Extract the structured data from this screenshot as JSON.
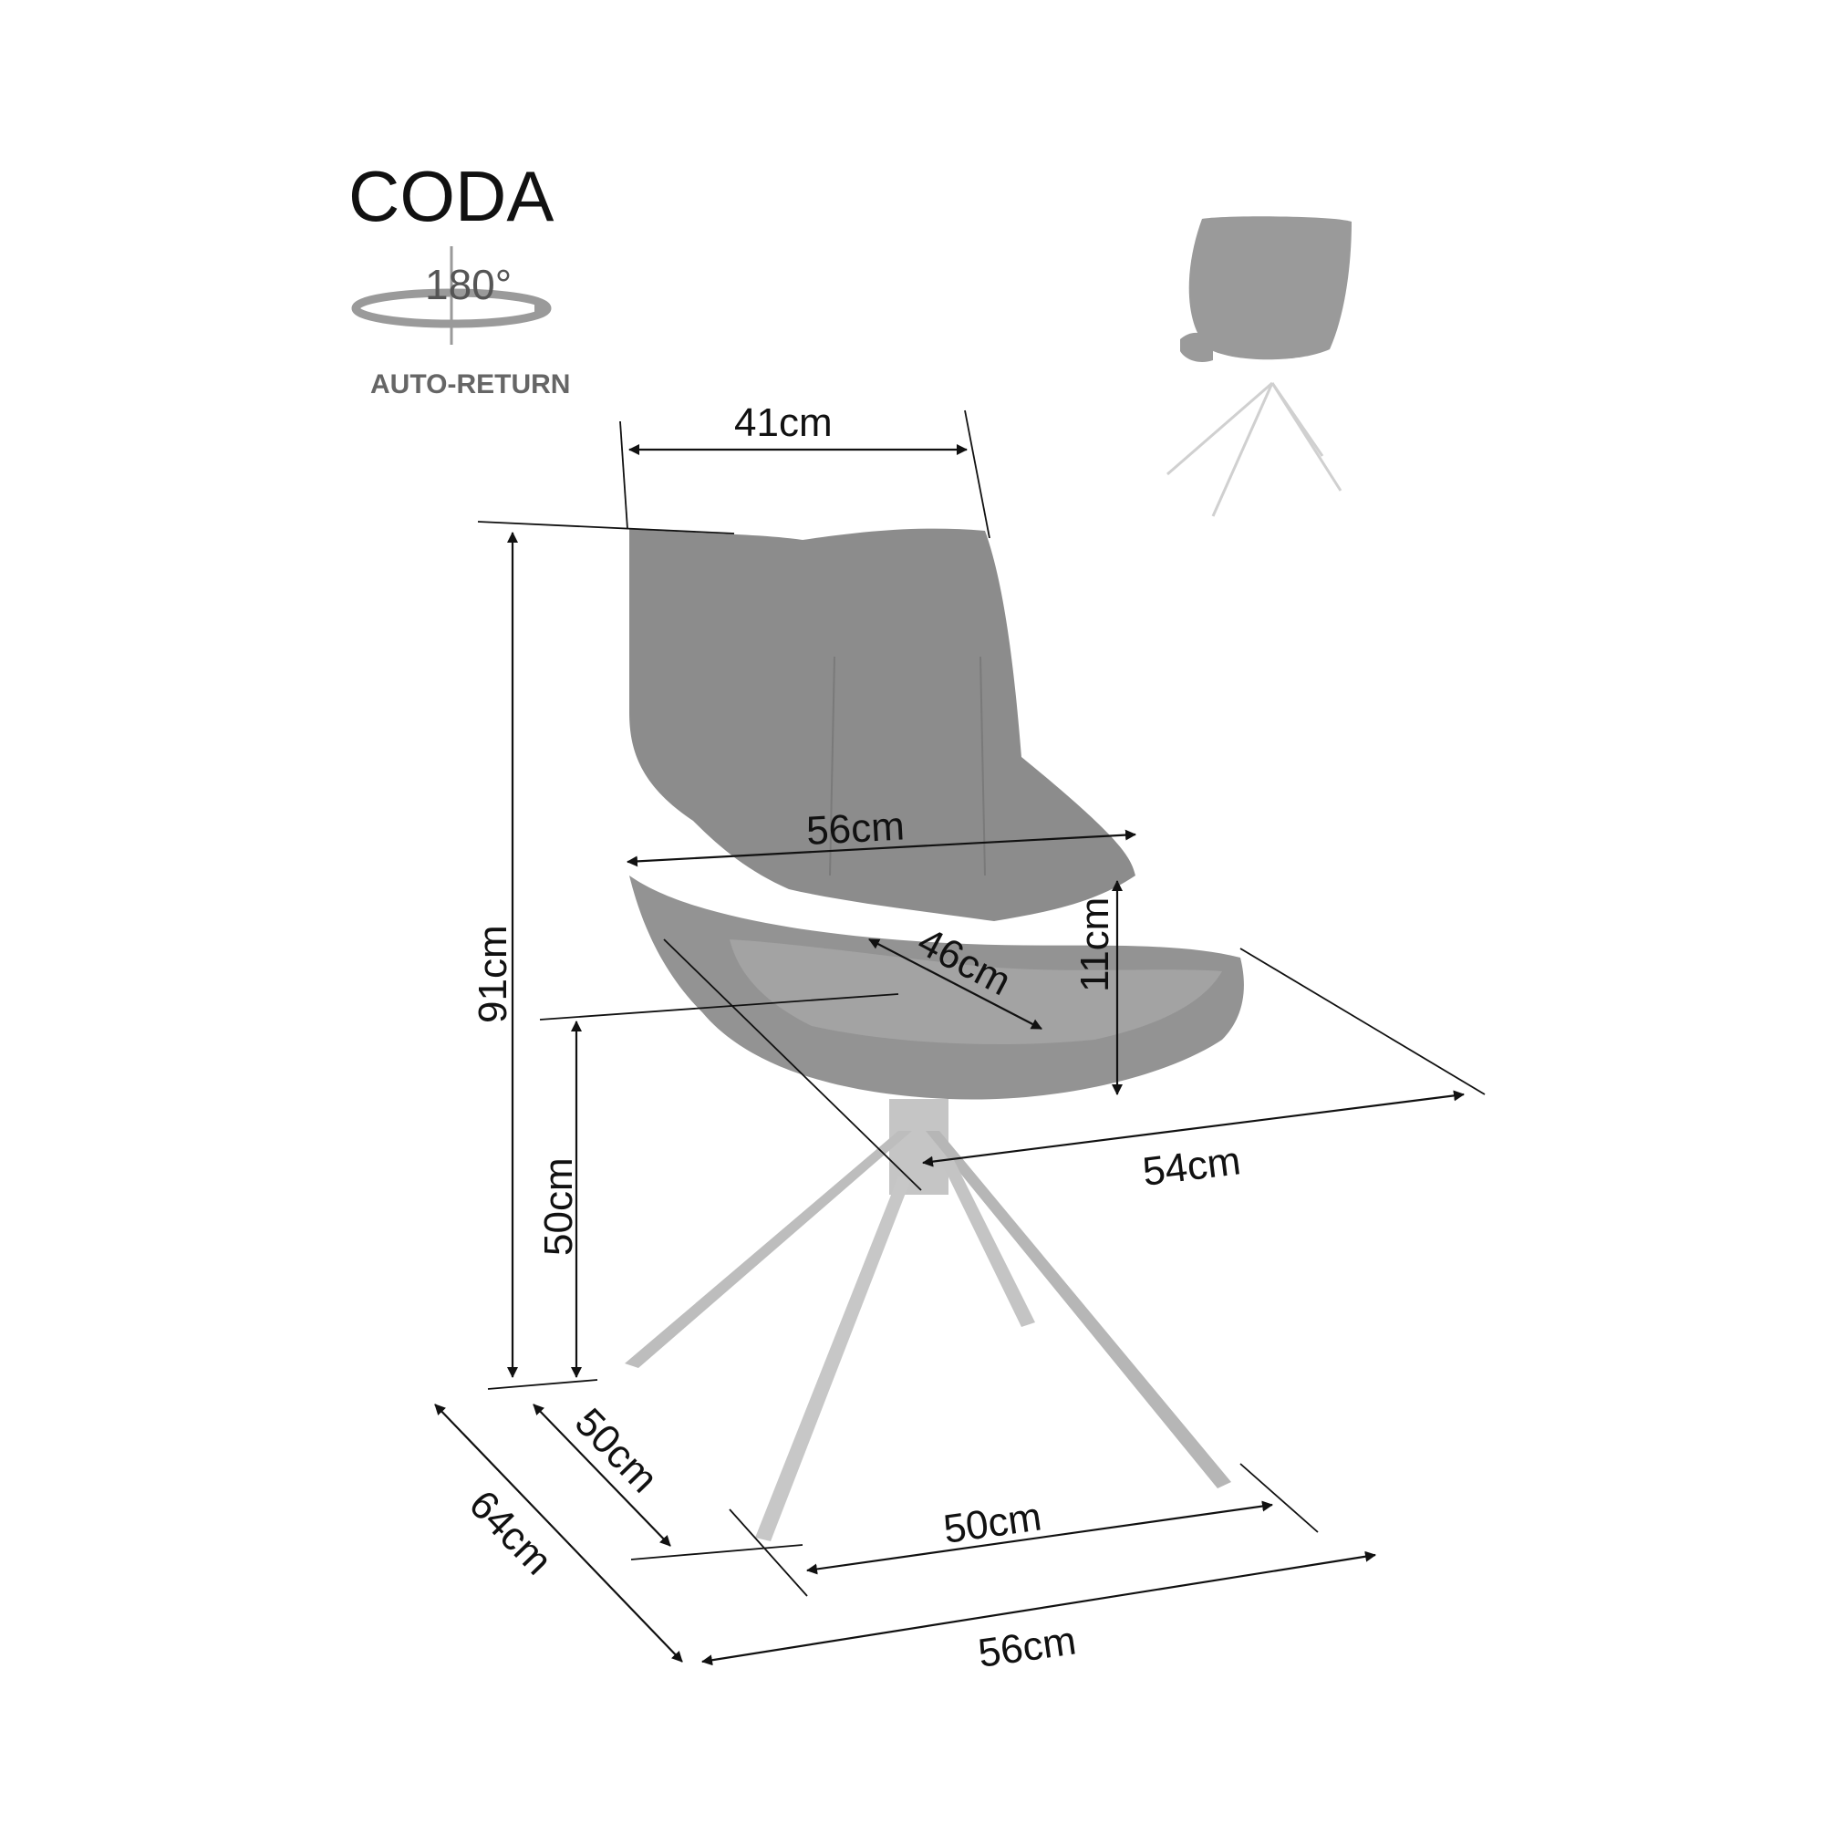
{
  "product": {
    "name": "CODA",
    "rotation": "180°",
    "rotation_mode": "AUTO-RETURN"
  },
  "colors": {
    "fabric": "#8c8c8c",
    "fabric_light": "#a3a3a3",
    "leg": "#b8b8b8",
    "line": "#111111"
  },
  "dimensions": {
    "backrest_width": "41cm",
    "total_height": "91cm",
    "seat_width": "56cm",
    "seat_depth": "46cm",
    "armrest_height": "11cm",
    "seat_height": "50cm",
    "depth_side": "54cm",
    "base_depth": "50cm",
    "total_depth": "64cm",
    "base_width": "50cm",
    "total_width": "56cm"
  }
}
